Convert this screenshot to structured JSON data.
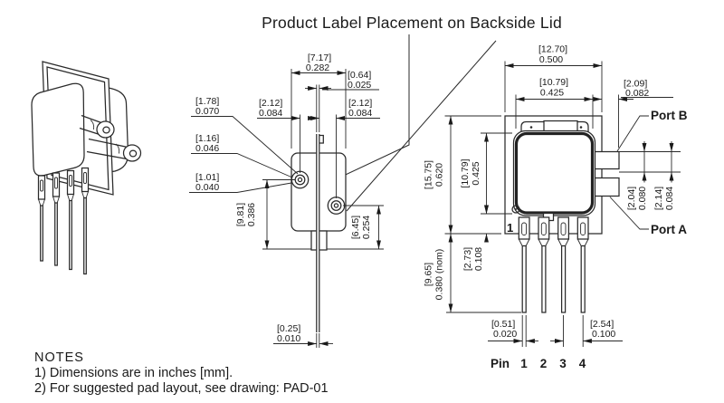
{
  "title": "Product Label Placement on Backside Lid",
  "notes": {
    "heading": "NOTES",
    "line1": "1) Dimensions are in inches [mm].",
    "line2": "2) For suggested pad layout, see drawing: PAD-01"
  },
  "side": {
    "w_body": {
      "mm": "[7.17]",
      "in": "0.282"
    },
    "lid_thk": {
      "mm": "[0.64]",
      "in": "0.025"
    },
    "off_l": {
      "mm": "[2.12]",
      "in": "0.084"
    },
    "off_r": {
      "mm": "[2.12]",
      "in": "0.084"
    },
    "barb_od": {
      "mm": "[1.78]",
      "in": "0.070"
    },
    "barb_d2": {
      "mm": "[1.16]",
      "in": "0.046"
    },
    "barb_d3": {
      "mm": "[1.01]",
      "in": "0.040"
    },
    "h_port1": {
      "mm": "[9.81]",
      "in": "0.386"
    },
    "h_port2": {
      "mm": "[6.45]",
      "in": "0.254"
    },
    "lid_tip": {
      "mm": "[0.25]",
      "in": "0.010"
    }
  },
  "back": {
    "port_b": "Port B",
    "port_a": "Port A",
    "pin1_marker": "1",
    "w_plate": {
      "mm": "[12.70]",
      "in": "0.500"
    },
    "w_lid": {
      "mm": "[10.79]",
      "in": "0.425"
    },
    "port_len": {
      "mm": "[2.09]",
      "in": "0.082"
    },
    "h_plate": {
      "mm": "[15.75]",
      "in": "0.620"
    },
    "h_lid": {
      "mm": "[10.79]",
      "in": "0.425"
    },
    "shoulder": {
      "mm": "[2.73]",
      "in": "0.108"
    },
    "pin_len": {
      "mm": "[9.65]",
      "in": "0.380 (nom)"
    },
    "port_b_h": {
      "mm": "[2.04]",
      "in": "0.080"
    },
    "port_a_h": {
      "mm": "[2.14]",
      "in": "0.084"
    },
    "pin_w": {
      "mm": "[0.51]",
      "in": "0.020"
    },
    "pin_pitch": {
      "mm": "[2.54]",
      "in": "0.100"
    },
    "pin_row": {
      "label": "Pin",
      "pins": [
        "1",
        "2",
        "3",
        "4"
      ]
    }
  },
  "colors": {
    "line": "#2a2a2a",
    "text": "#1a1a1a",
    "background": "#ffffff"
  }
}
